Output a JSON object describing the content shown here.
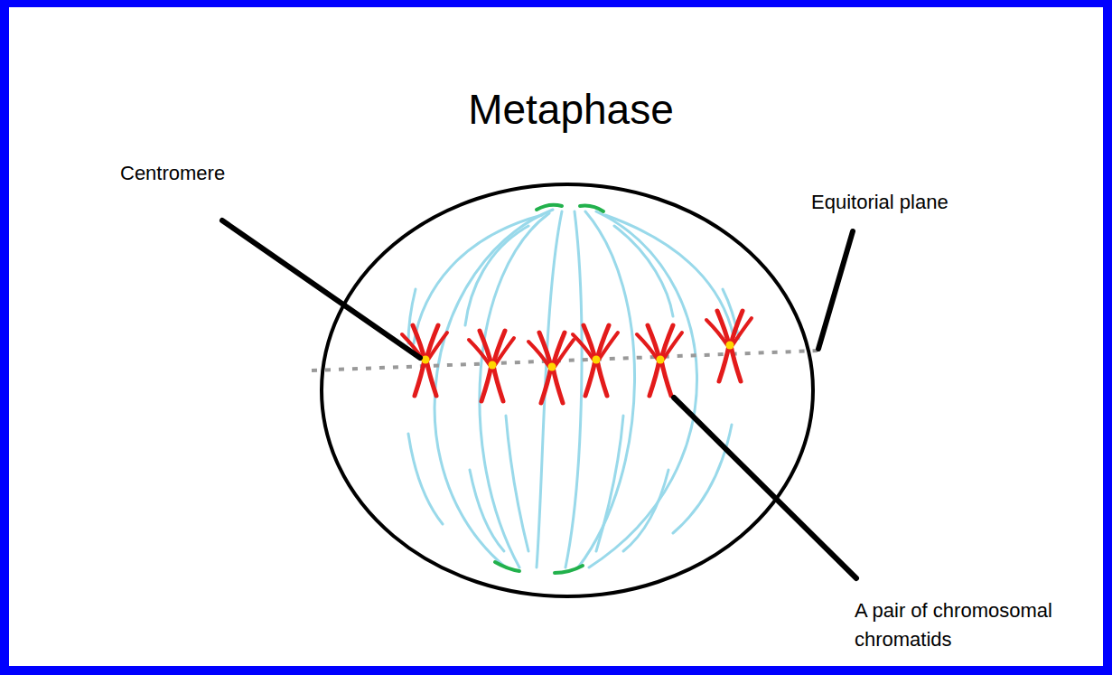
{
  "diagram": {
    "title": "Metaphase",
    "labels": [
      "Centromere",
      "Equitorial plane",
      "A pair of chromosomal chromatids"
    ]
  }
}
